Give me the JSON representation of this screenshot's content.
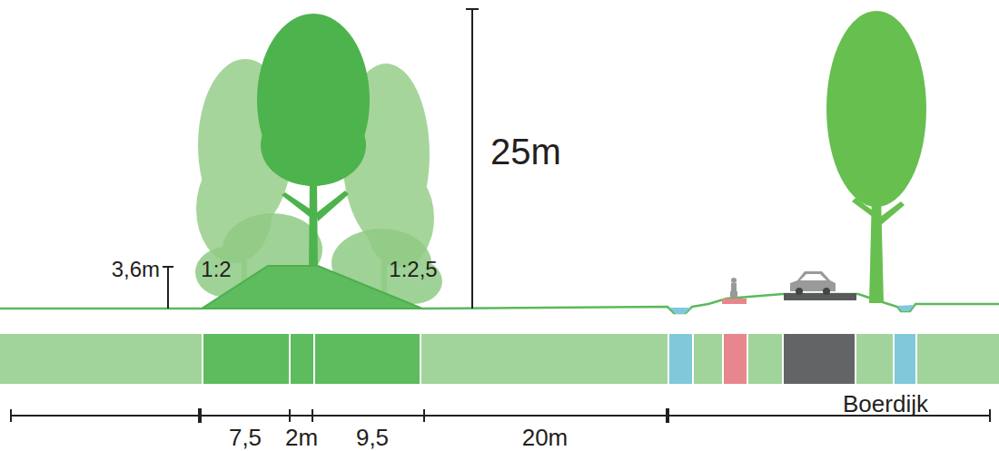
{
  "diagram": {
    "labels": [
      "3,6m",
      "1:2",
      "1:2,5",
      "25m",
      "7,5",
      "2m",
      "9,5",
      "20m",
      "Boerdijk"
    ]
  }
}
